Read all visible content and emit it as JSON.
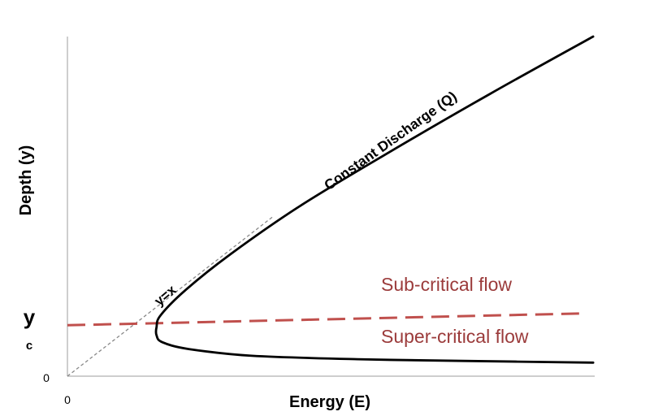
{
  "chart_data": {
    "type": "line",
    "title": "",
    "xlabel": "Energy (E)",
    "ylabel": "Depth (y)",
    "xlim": [
      0,
      10
    ],
    "ylim": [
      0,
      10
    ],
    "x_tick_labels": [
      "0"
    ],
    "y_tick_labels": [
      "0"
    ],
    "critical_depth_label": {
      "main": "y",
      "subscript": "c"
    },
    "grid": false,
    "legend": "none",
    "series": [
      {
        "name": "Constant Discharge (Q)",
        "style": "solid",
        "color": "#000000",
        "points": [
          [
            9.97,
            10.0
          ],
          [
            8.0,
            8.3
          ],
          [
            6.0,
            6.5
          ],
          [
            4.4,
            5.0
          ],
          [
            3.1,
            3.6
          ],
          [
            2.25,
            2.55
          ],
          [
            1.77,
            1.8
          ],
          [
            1.69,
            1.45
          ],
          [
            1.69,
            1.2
          ],
          [
            1.8,
            1.0
          ],
          [
            2.3,
            0.8
          ],
          [
            3.5,
            0.6
          ],
          [
            5.5,
            0.5
          ],
          [
            7.5,
            0.45
          ],
          [
            9.97,
            0.4
          ]
        ]
      },
      {
        "name": "y=x",
        "style": "dashed",
        "color": "#888888",
        "points": [
          [
            0,
            0
          ],
          [
            3.9,
            4.7
          ]
        ]
      },
      {
        "name": "critical depth line",
        "style": "dashed",
        "color": "#c0504d",
        "points": [
          [
            0,
            1.5
          ],
          [
            9.8,
            1.85
          ]
        ]
      }
    ],
    "annotations": [
      {
        "text": "Constant Discharge (Q)",
        "color": "#000000"
      },
      {
        "text": "y=x",
        "color": "#000000"
      },
      {
        "text": "Sub-critical flow",
        "color": "#9b3b3b"
      },
      {
        "text": "Super-critical flow",
        "color": "#9b3b3b"
      }
    ]
  }
}
